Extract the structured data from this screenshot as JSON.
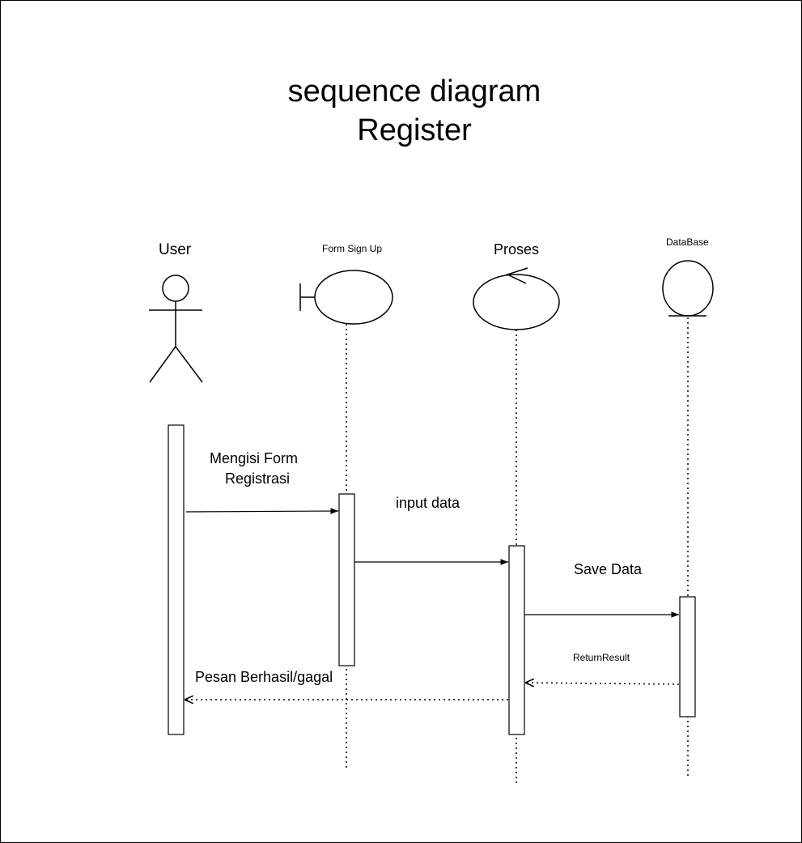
{
  "diagram": {
    "title_line1": "sequence diagram",
    "title_line2": "Register",
    "participants": {
      "user": "User",
      "form": "Form Sign Up",
      "proses": "Proses",
      "database": "DataBase"
    },
    "messages": {
      "m1_line1": "Mengisi Form",
      "m1_line2": "Registrasi",
      "m2": "input data",
      "m3": "Save Data",
      "m4": "ReturnResult",
      "m5": "Pesan Berhasil/gagal"
    }
  }
}
